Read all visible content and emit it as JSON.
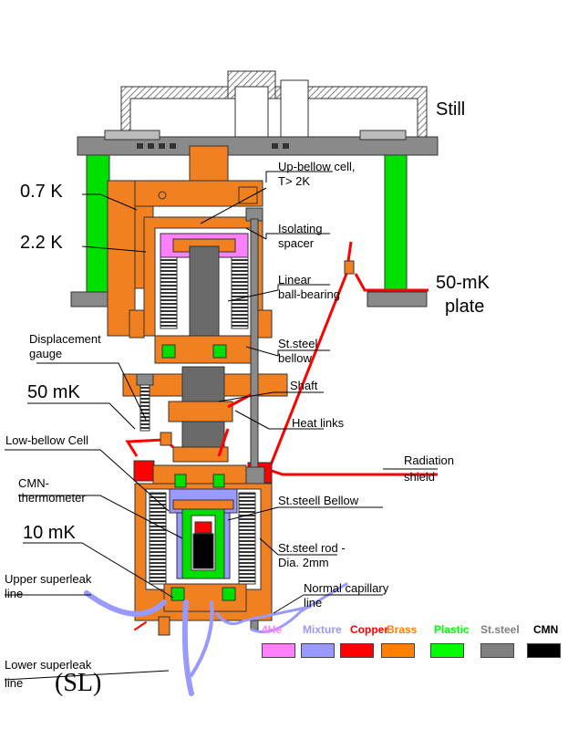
{
  "labels": {
    "still": "Still",
    "k07": "0.7 K",
    "k22": "2.2 K",
    "up_bellow_1": "Up-bellow cell,",
    "up_bellow_2": "T> 2K",
    "isolating_1": "Isolating",
    "isolating_2": "spacer",
    "mk50_plate_1": "50-mK",
    "mk50_plate_2": "plate",
    "linear_1": "Linear",
    "linear_2": "ball-bearing",
    "displacement_1": "Displacement",
    "displacement_2": "gauge",
    "ststeel_bellow_1": "St.steel",
    "ststeel_bellow_2": "bellow",
    "mk50": "50 mK",
    "shaft": "Shaft",
    "heat_links": "Heat links",
    "low_bellow": "Low-bellow Cell",
    "radiation_1": "Radiation",
    "radiation_2": "shield",
    "cmn_1": "CMN-",
    "cmn_2": "thermometer",
    "steell_bellow": "St.steell Bellow",
    "mk10": "10 mK",
    "rod_1": "St.steel rod -",
    "rod_2": "Dia. 2mm",
    "upper_sl_1": "Upper superleak",
    "upper_sl_2": "line",
    "normal_cap_1": "Normal capillary",
    "normal_cap_2": "line",
    "lower_sl_1": "Lower superleak",
    "lower_sl_2": "line",
    "sl": "(SL)"
  },
  "legend": [
    {
      "label": "4He",
      "color": "#ff80ff"
    },
    {
      "label": "Mixture",
      "color": "#9999ff"
    },
    {
      "label": "Copper",
      "color": "#ff0000"
    },
    {
      "label": "Brass",
      "color": "#ff8000"
    },
    {
      "label": "Plastic",
      "color": "#00ff00"
    },
    {
      "label": "St.steel",
      "color": "#808080"
    },
    {
      "label": "CMN",
      "color": "#000000"
    }
  ],
  "colors": {
    "brass": "#f08020",
    "copper": "#ff0000",
    "plastic": "#00e000",
    "steel": "#8a8a8a",
    "he4": "#ff80ff",
    "mixture": "#9999ff",
    "cmn": "#000000"
  }
}
